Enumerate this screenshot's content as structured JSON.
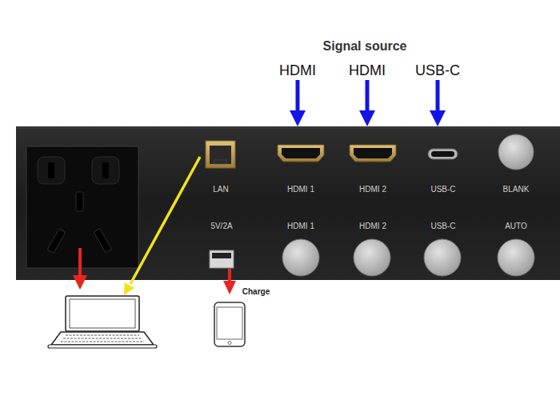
{
  "diagram": {
    "labels": [
      "Signal source",
      "HDMI",
      "HDMI",
      "USB-C",
      "LAN",
      "HDMI 1",
      "HDMI 2",
      "USB-C",
      "BLANK",
      "5V/2A",
      "HDMI 1",
      "HDMI 2",
      "USB-C",
      "AUTO",
      "Charge"
    ]
  }
}
